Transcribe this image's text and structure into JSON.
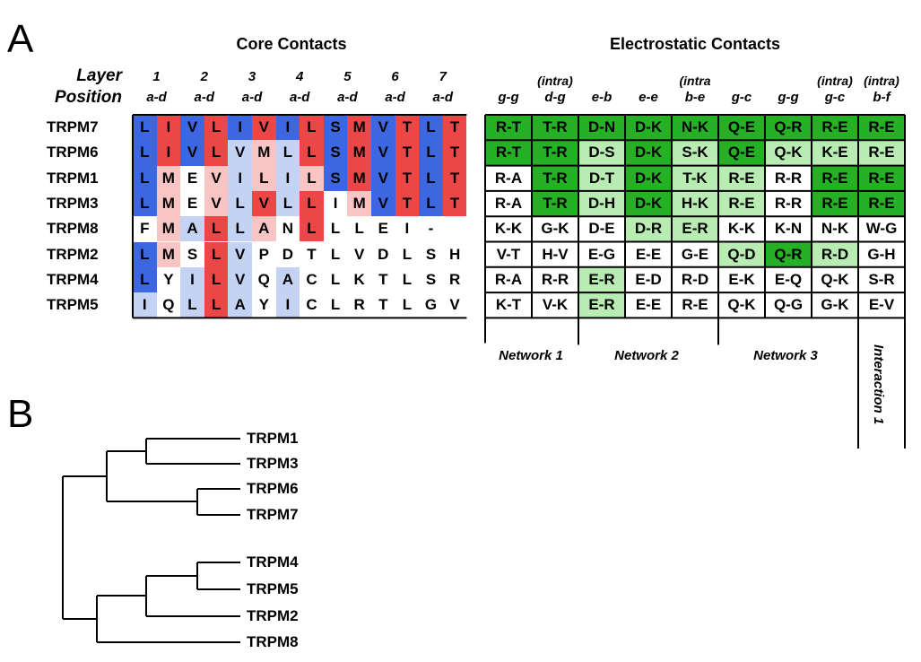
{
  "panel_a": {
    "label": "A",
    "core_title": "Core Contacts",
    "electro_title": "Electrostatic Contacts",
    "layer_label": "Layer",
    "position_label": "Position",
    "core_layers": [
      {
        "num": "1",
        "pos": "a-d"
      },
      {
        "num": "2",
        "pos": "a-d"
      },
      {
        "num": "3",
        "pos": "a-d"
      },
      {
        "num": "4",
        "pos": "a-d"
      },
      {
        "num": "5",
        "pos": "a-d"
      },
      {
        "num": "6",
        "pos": "a-d"
      },
      {
        "num": "7",
        "pos": "a-d"
      }
    ],
    "electro_cols": [
      {
        "intra": "",
        "pos": "g-g"
      },
      {
        "intra": "(intra)",
        "pos": "d-g"
      },
      {
        "intra": "",
        "pos": "e-b"
      },
      {
        "intra": "",
        "pos": "e-e"
      },
      {
        "intra": "(intra",
        "pos": "b-e"
      },
      {
        "intra": "",
        "pos": "g-c"
      },
      {
        "intra": "",
        "pos": "g-g"
      },
      {
        "intra": "(intra)",
        "pos": "g-c"
      },
      {
        "intra": "(intra)",
        "pos": "b-f"
      }
    ],
    "colors": {
      "blue_strong": "#3d67e0",
      "blue_light": "#c4d3f3",
      "red_strong": "#ec4747",
      "red_light": "#f8c4c4",
      "green_strong": "#25b025",
      "green_light": "#b9ecb3",
      "white": "#ffffff"
    },
    "rows": [
      {
        "name": "TRPM7",
        "core": [
          [
            "L",
            "B"
          ],
          [
            "I",
            "R"
          ],
          [
            "V",
            "B"
          ],
          [
            "L",
            "R"
          ],
          [
            "I",
            "B"
          ],
          [
            "V",
            "R"
          ],
          [
            "I",
            "B"
          ],
          [
            "L",
            "R"
          ],
          [
            "S",
            "B"
          ],
          [
            "M",
            "R"
          ],
          [
            "V",
            "B"
          ],
          [
            "T",
            "R"
          ],
          [
            "L",
            "B"
          ],
          [
            "T",
            "R"
          ]
        ],
        "elec": [
          [
            "R-T",
            "G"
          ],
          [
            "T-R",
            "G"
          ],
          [
            "D-N",
            "G"
          ],
          [
            "D-K",
            "G"
          ],
          [
            "N-K",
            "G"
          ],
          [
            "Q-E",
            "G"
          ],
          [
            "Q-R",
            "G"
          ],
          [
            "R-E",
            "G"
          ],
          [
            "R-E",
            "G"
          ]
        ]
      },
      {
        "name": "TRPM6",
        "core": [
          [
            "L",
            "B"
          ],
          [
            "I",
            "R"
          ],
          [
            "V",
            "B"
          ],
          [
            "L",
            "R"
          ],
          [
            "V",
            "b"
          ],
          [
            "M",
            "r"
          ],
          [
            "L",
            "b"
          ],
          [
            "L",
            "R"
          ],
          [
            "S",
            "B"
          ],
          [
            "M",
            "R"
          ],
          [
            "V",
            "B"
          ],
          [
            "T",
            "R"
          ],
          [
            "L",
            "B"
          ],
          [
            "T",
            "R"
          ]
        ],
        "elec": [
          [
            "R-T",
            "G"
          ],
          [
            "T-R",
            "G"
          ],
          [
            "D-S",
            "g"
          ],
          [
            "D-K",
            "G"
          ],
          [
            "S-K",
            "g"
          ],
          [
            "Q-E",
            "G"
          ],
          [
            "Q-K",
            "g"
          ],
          [
            "K-E",
            "g"
          ],
          [
            "R-E",
            "g"
          ]
        ]
      },
      {
        "name": "TRPM1",
        "core": [
          [
            "L",
            "B"
          ],
          [
            "M",
            "r"
          ],
          [
            "E",
            "W"
          ],
          [
            "V",
            "r"
          ],
          [
            "I",
            "b"
          ],
          [
            "L",
            "r"
          ],
          [
            "I",
            "b"
          ],
          [
            "L",
            "r"
          ],
          [
            "S",
            "B"
          ],
          [
            "M",
            "R"
          ],
          [
            "V",
            "B"
          ],
          [
            "T",
            "R"
          ],
          [
            "L",
            "B"
          ],
          [
            "T",
            "R"
          ]
        ],
        "elec": [
          [
            "R-A",
            "W"
          ],
          [
            "T-R",
            "G"
          ],
          [
            "D-T",
            "g"
          ],
          [
            "D-K",
            "G"
          ],
          [
            "T-K",
            "g"
          ],
          [
            "R-E",
            "g"
          ],
          [
            "R-R",
            "W"
          ],
          [
            "R-E",
            "G"
          ],
          [
            "R-E",
            "G"
          ]
        ]
      },
      {
        "name": "TRPM3",
        "core": [
          [
            "L",
            "B"
          ],
          [
            "M",
            "r"
          ],
          [
            "E",
            "W"
          ],
          [
            "V",
            "r"
          ],
          [
            "L",
            "b"
          ],
          [
            "V",
            "R"
          ],
          [
            "L",
            "b"
          ],
          [
            "L",
            "R"
          ],
          [
            "I",
            "W"
          ],
          [
            "M",
            "r"
          ],
          [
            "V",
            "B"
          ],
          [
            "T",
            "R"
          ],
          [
            "L",
            "B"
          ],
          [
            "T",
            "R"
          ]
        ],
        "elec": [
          [
            "R-A",
            "W"
          ],
          [
            "T-R",
            "G"
          ],
          [
            "D-H",
            "g"
          ],
          [
            "D-K",
            "G"
          ],
          [
            "H-K",
            "g"
          ],
          [
            "R-E",
            "g"
          ],
          [
            "R-R",
            "W"
          ],
          [
            "R-E",
            "G"
          ],
          [
            "R-E",
            "G"
          ]
        ]
      },
      {
        "name": "TRPM8",
        "core": [
          [
            "F",
            "W"
          ],
          [
            "M",
            "r"
          ],
          [
            "A",
            "b"
          ],
          [
            "L",
            "R"
          ],
          [
            "L",
            "b"
          ],
          [
            "A",
            "r"
          ],
          [
            "N",
            "W"
          ],
          [
            "L",
            "R"
          ],
          [
            "L",
            "W"
          ],
          [
            "L",
            "W"
          ],
          [
            "E",
            "W"
          ],
          [
            "I",
            "W"
          ],
          [
            "-",
            "W"
          ],
          [
            "",
            "W"
          ]
        ],
        "elec": [
          [
            "K-K",
            "W"
          ],
          [
            "G-K",
            "W"
          ],
          [
            "D-E",
            "W"
          ],
          [
            "D-R",
            "g"
          ],
          [
            "E-R",
            "g"
          ],
          [
            "K-K",
            "W"
          ],
          [
            "K-N",
            "W"
          ],
          [
            "N-K",
            "W"
          ],
          [
            "W-G",
            "W"
          ]
        ]
      },
      {
        "name": "TRPM2",
        "core": [
          [
            "L",
            "B"
          ],
          [
            "M",
            "r"
          ],
          [
            "S",
            "W"
          ],
          [
            "L",
            "R"
          ],
          [
            "V",
            "b"
          ],
          [
            "P",
            "W"
          ],
          [
            "D",
            "W"
          ],
          [
            "T",
            "W"
          ],
          [
            "L",
            "W"
          ],
          [
            "V",
            "W"
          ],
          [
            "D",
            "W"
          ],
          [
            "L",
            "W"
          ],
          [
            "S",
            "W"
          ],
          [
            "H",
            "W"
          ]
        ],
        "elec": [
          [
            "V-T",
            "W"
          ],
          [
            "H-V",
            "W"
          ],
          [
            "E-G",
            "W"
          ],
          [
            "E-E",
            "W"
          ],
          [
            "G-E",
            "W"
          ],
          [
            "Q-D",
            "g"
          ],
          [
            "Q-R",
            "G"
          ],
          [
            "R-D",
            "g"
          ],
          [
            "G-H",
            "W"
          ]
        ]
      },
      {
        "name": "TRPM4",
        "core": [
          [
            "L",
            "B"
          ],
          [
            "Y",
            "W"
          ],
          [
            "I",
            "b"
          ],
          [
            "L",
            "R"
          ],
          [
            "V",
            "b"
          ],
          [
            "Q",
            "W"
          ],
          [
            "A",
            "b"
          ],
          [
            "C",
            "W"
          ],
          [
            "L",
            "W"
          ],
          [
            "K",
            "W"
          ],
          [
            "T",
            "W"
          ],
          [
            "L",
            "W"
          ],
          [
            "S",
            "W"
          ],
          [
            "R",
            "W"
          ]
        ],
        "elec": [
          [
            "R-A",
            "W"
          ],
          [
            "R-R",
            "W"
          ],
          [
            "E-R",
            "g"
          ],
          [
            "E-D",
            "W"
          ],
          [
            "R-D",
            "W"
          ],
          [
            "E-K",
            "W"
          ],
          [
            "E-Q",
            "W"
          ],
          [
            "Q-K",
            "W"
          ],
          [
            "S-R",
            "W"
          ]
        ]
      },
      {
        "name": "TRPM5",
        "core": [
          [
            "I",
            "b"
          ],
          [
            "Q",
            "W"
          ],
          [
            "L",
            "b"
          ],
          [
            "L",
            "R"
          ],
          [
            "A",
            "b"
          ],
          [
            "Y",
            "W"
          ],
          [
            "I",
            "b"
          ],
          [
            "C",
            "W"
          ],
          [
            "L",
            "W"
          ],
          [
            "R",
            "W"
          ],
          [
            "T",
            "W"
          ],
          [
            "L",
            "W"
          ],
          [
            "G",
            "W"
          ],
          [
            "V",
            "W"
          ]
        ],
        "elec": [
          [
            "K-T",
            "W"
          ],
          [
            "V-K",
            "W"
          ],
          [
            "E-R",
            "g"
          ],
          [
            "E-E",
            "W"
          ],
          [
            "R-E",
            "W"
          ],
          [
            "Q-K",
            "W"
          ],
          [
            "Q-G",
            "W"
          ],
          [
            "G-K",
            "W"
          ],
          [
            "E-V",
            "W"
          ]
        ]
      }
    ],
    "networks": [
      "Network 1",
      "Network 2",
      "Network 3"
    ],
    "interaction_label": "Interaction 1"
  },
  "panel_b": {
    "label": "B",
    "leaves": [
      "TRPM1",
      "TRPM3",
      "TRPM6",
      "TRPM7",
      "TRPM4",
      "TRPM5",
      "TRPM2",
      "TRPM8"
    ]
  }
}
